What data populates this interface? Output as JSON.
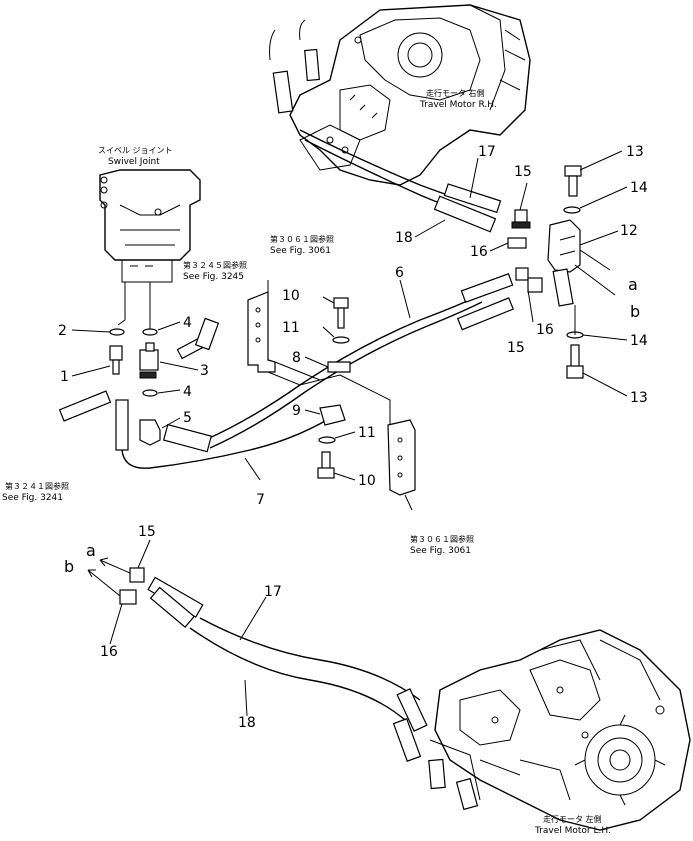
{
  "captions": {
    "travel_motor_rh_jp": "走行モータ 右側",
    "travel_motor_rh": "Travel Motor R.H.",
    "swivel_joint_jp": "スイベル ジョイント",
    "swivel_joint": "Swivel Joint",
    "ref_3245_jp": "第３２４５図参照",
    "ref_3245": "See Fig. 3245",
    "ref_3061_top_jp": "第３０６１図参照",
    "ref_3061_top": "See Fig. 3061",
    "ref_3241_jp": "第３２４１図参照",
    "ref_3241": "See Fig. 3241",
    "ref_3061_bottom_jp": "第３０６１図参照",
    "ref_3061_bottom": "See Fig. 3061",
    "travel_motor_lh_jp": "走行モータ 左側",
    "travel_motor_lh": "Travel Motor L.H."
  },
  "part_numbers": {
    "p1": "1",
    "p2": "2",
    "p3": "3",
    "p4a": "4",
    "p4b": "4",
    "p5": "5",
    "p6": "6",
    "p7": "7",
    "p8": "8",
    "p9": "9",
    "p10a": "10",
    "p10b": "10",
    "p11a": "11",
    "p11b": "11",
    "p12": "12",
    "p13a": "13",
    "p13b": "13",
    "p14a": "14",
    "p14b": "14",
    "p15a": "15",
    "p15b": "15",
    "p15c": "15",
    "p16a": "16",
    "p16b": "16",
    "p16c": "16",
    "p17a": "17",
    "p17b": "17",
    "p18a": "18",
    "p18b": "18"
  },
  "connection_letters": {
    "a_top": "a",
    "b_top": "b",
    "a_bottom": "a",
    "b_bottom": "b"
  }
}
